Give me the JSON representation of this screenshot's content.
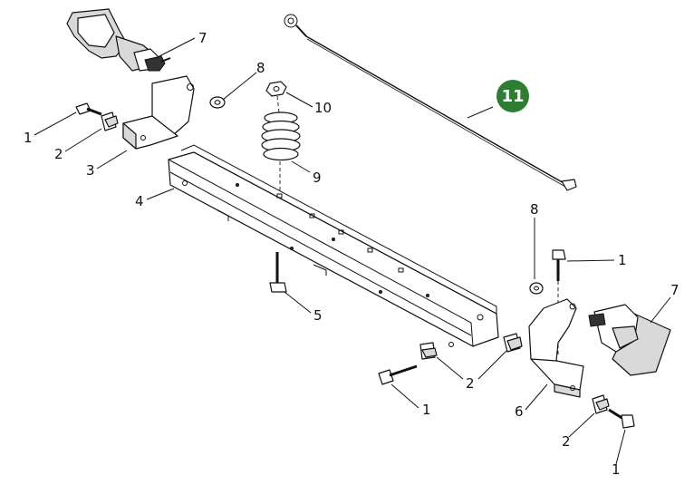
{
  "diagram": {
    "callouts": [
      {
        "id": "c7a",
        "text": "7"
      },
      {
        "id": "c8a",
        "text": "8"
      },
      {
        "id": "c1a",
        "text": "1"
      },
      {
        "id": "c2a",
        "text": "2"
      },
      {
        "id": "c3",
        "text": "3"
      },
      {
        "id": "c10",
        "text": "10"
      },
      {
        "id": "c9",
        "text": "9"
      },
      {
        "id": "c4",
        "text": "4"
      },
      {
        "id": "c5",
        "text": "5"
      },
      {
        "id": "c8b",
        "text": "8"
      },
      {
        "id": "c1b",
        "text": "1"
      },
      {
        "id": "c7b",
        "text": "7"
      },
      {
        "id": "c2b",
        "text": "2"
      },
      {
        "id": "c1c",
        "text": "1"
      },
      {
        "id": "c6",
        "text": "6"
      },
      {
        "id": "c2c",
        "text": "2"
      },
      {
        "id": "c1d",
        "text": "1"
      }
    ],
    "highlight_badge": {
      "text": "11",
      "color": "#2e7d32"
    }
  }
}
